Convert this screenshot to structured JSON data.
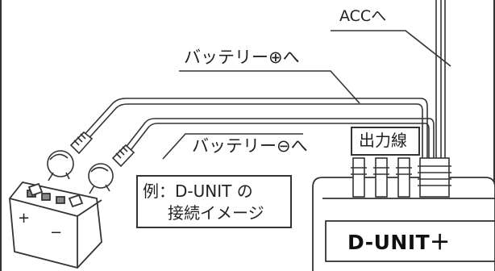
{
  "labels": {
    "acc": "ACCへ",
    "battery_positive": "バッテリー⊕へ",
    "battery_negative": "バッテリー⊖へ",
    "output_wires": "出力線",
    "example_line1": "例：D-UNIT の",
    "example_line2": "接続イメージ",
    "brand": "D-UNIT＋"
  },
  "battery_terminals": {
    "positive": "+",
    "negative": "−"
  }
}
